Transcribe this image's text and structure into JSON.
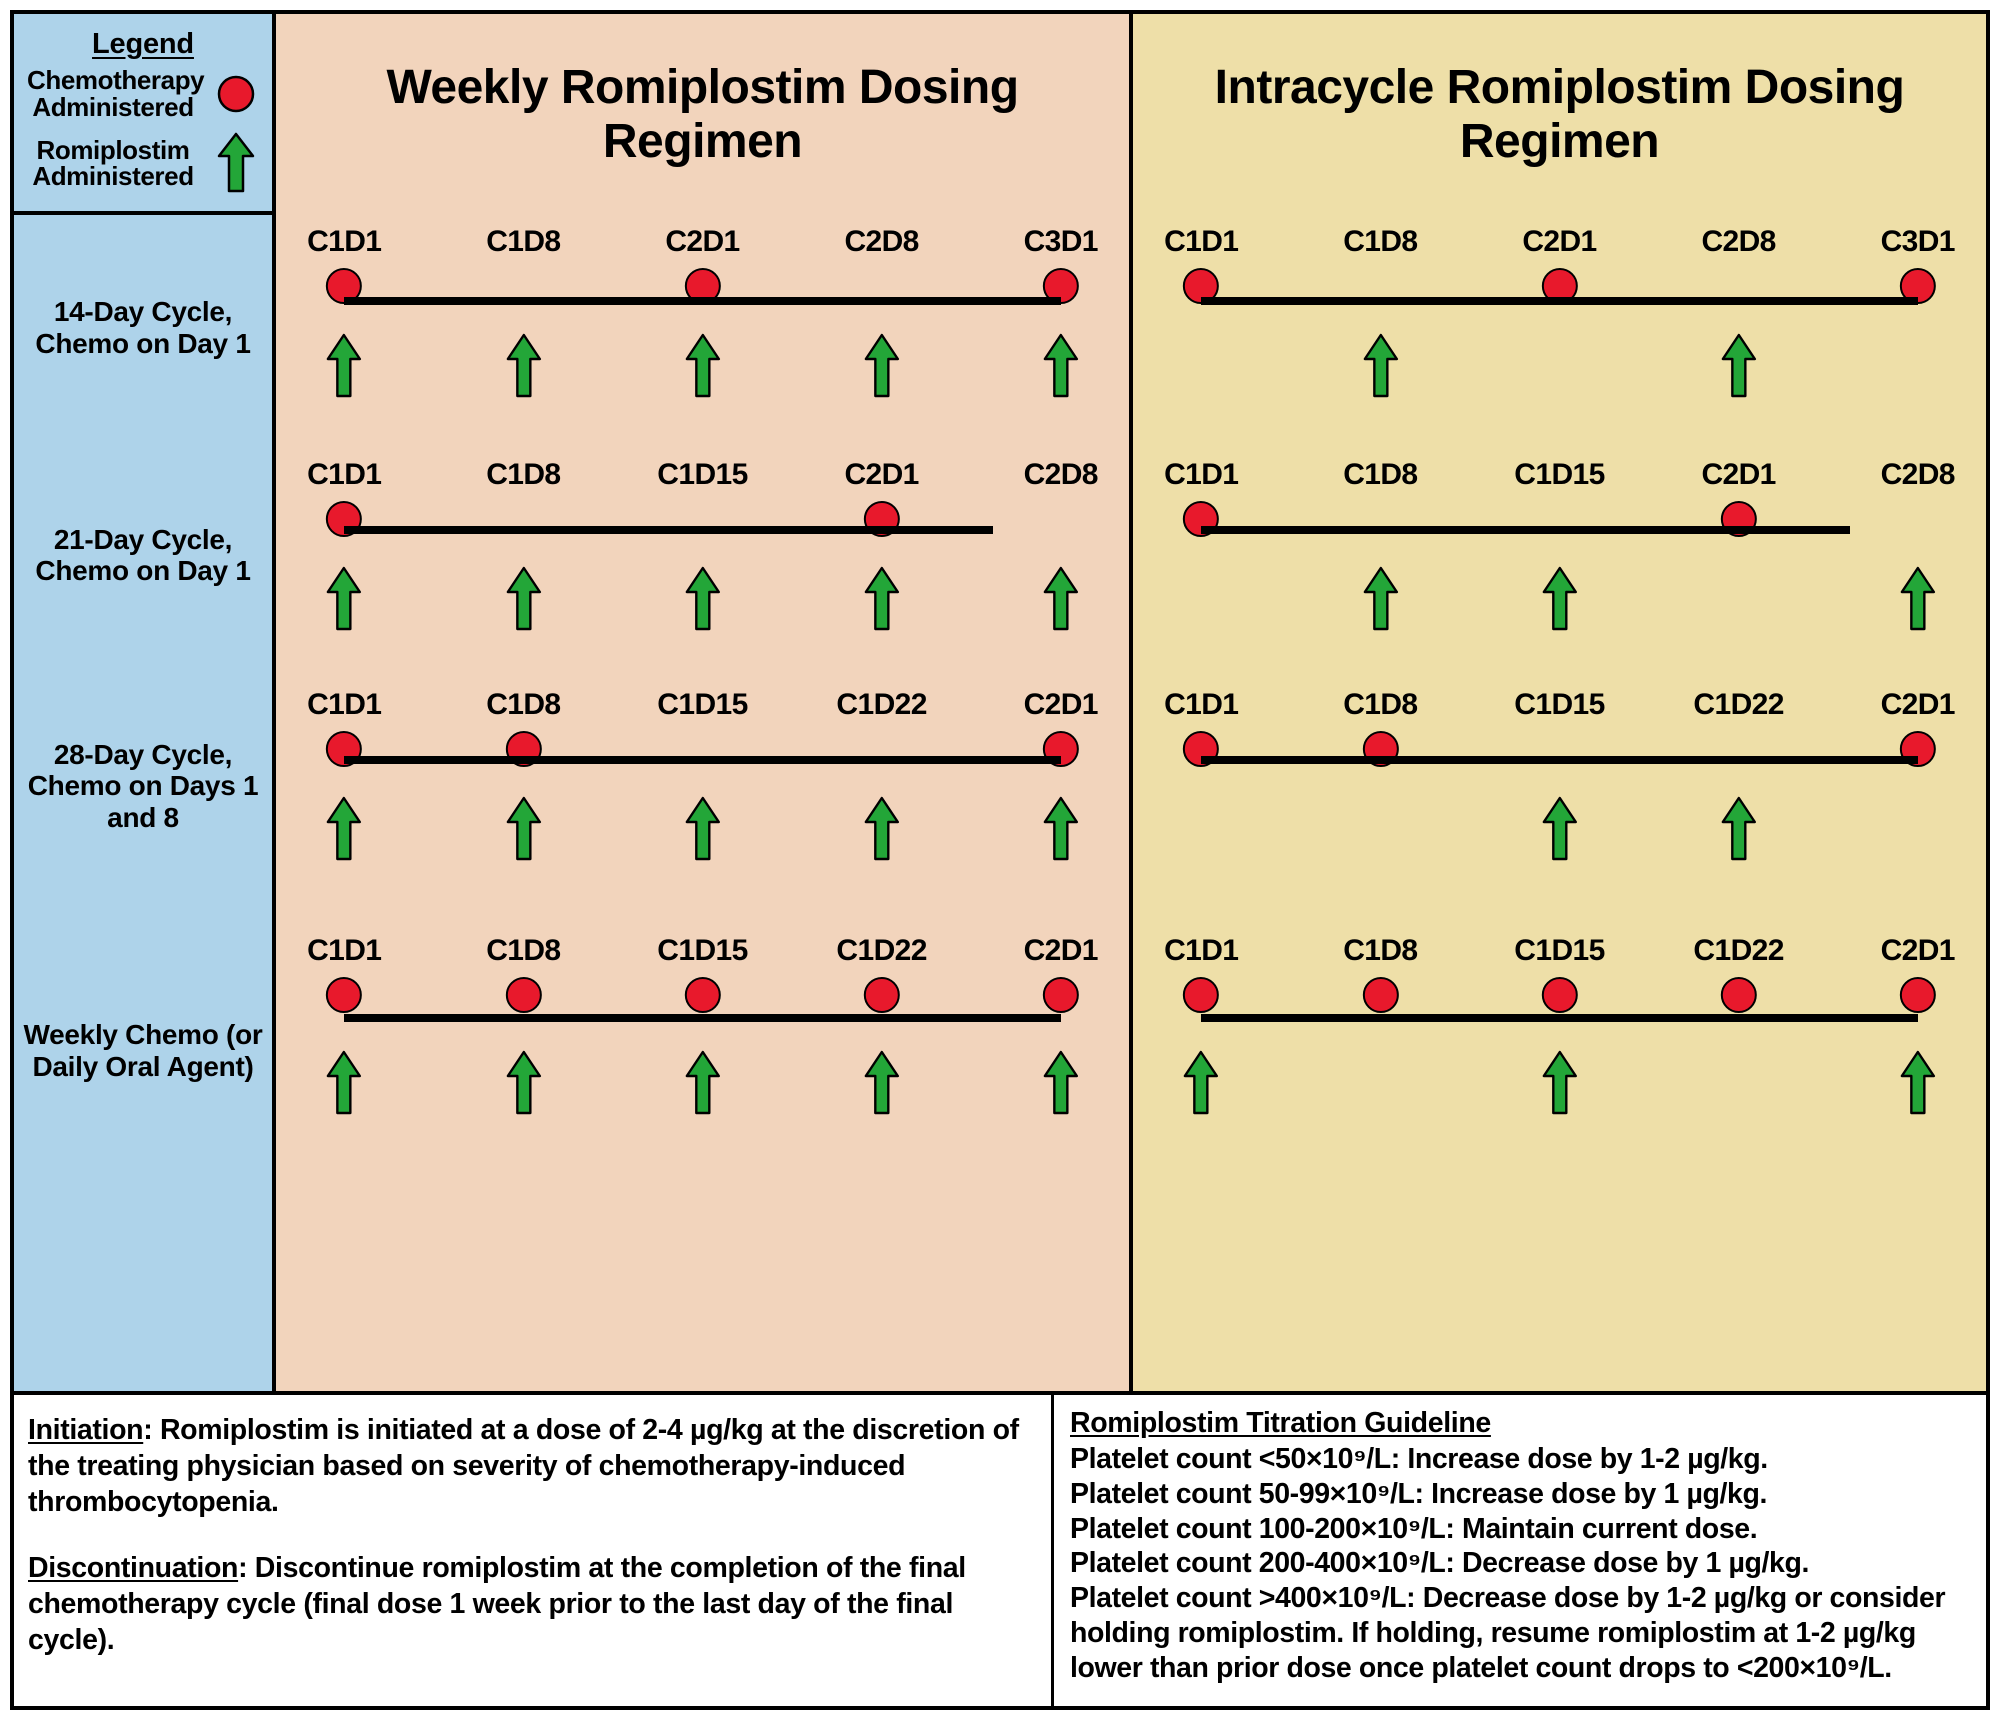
{
  "legend": {
    "title": "Legend",
    "items": [
      {
        "label": "Chemotherapy Administered",
        "icon": "red-circle-icon"
      },
      {
        "label": "Romiplostim Administered",
        "icon": "green-up-arrow-icon"
      }
    ]
  },
  "colors": {
    "sidebar_blue": "#aed3ea",
    "weekly_panel_peach": "#f2d4bc",
    "intracycle_panel_yellow": "#eedfa8",
    "chemo_dot_red": "#e8192c",
    "romiplostim_arrow_green": "#23a638",
    "line_black": "#000000"
  },
  "panels": [
    {
      "key": "weekly",
      "title": "Weekly Romiplostim Dosing Regimen"
    },
    {
      "key": "intracycle",
      "title": "Intracycle Romiplostim Dosing Regimen"
    }
  ],
  "rows": [
    {
      "label": "14-Day Cycle, Chemo on Day 1",
      "timepoints": [
        "C1D1",
        "C1D8",
        "C2D1",
        "C2D8",
        "C3D1"
      ],
      "weekly": {
        "chemo": [
          1,
          0,
          1,
          0,
          1
        ],
        "romiplostim": [
          1,
          1,
          1,
          1,
          1
        ]
      },
      "intracycle": {
        "chemo": [
          1,
          0,
          1,
          0,
          1
        ],
        "romiplostim": [
          0,
          1,
          0,
          1,
          0
        ]
      }
    },
    {
      "label": "21-Day Cycle, Chemo on Day 1",
      "timepoints": [
        "C1D1",
        "C1D8",
        "C1D15",
        "C2D1",
        "C2D8"
      ],
      "weekly": {
        "chemo": [
          1,
          0,
          0,
          1,
          0
        ],
        "romiplostim": [
          1,
          1,
          1,
          1,
          1
        ]
      },
      "intracycle": {
        "chemo": [
          1,
          0,
          0,
          1,
          0
        ],
        "romiplostim": [
          0,
          1,
          1,
          0,
          1
        ]
      }
    },
    {
      "label": "28-Day Cycle, Chemo on Days 1 and 8",
      "timepoints": [
        "C1D1",
        "C1D8",
        "C1D15",
        "C1D22",
        "C2D1"
      ],
      "weekly": {
        "chemo": [
          1,
          1,
          0,
          0,
          1
        ],
        "romiplostim": [
          1,
          1,
          1,
          1,
          1
        ]
      },
      "intracycle": {
        "chemo": [
          1,
          1,
          0,
          0,
          1
        ],
        "romiplostim": [
          0,
          0,
          1,
          1,
          0
        ]
      }
    },
    {
      "label": "Weekly Chemo (or Daily Oral Agent)",
      "timepoints": [
        "C1D1",
        "C1D8",
        "C1D15",
        "C1D22",
        "C2D1"
      ],
      "weekly": {
        "chemo": [
          1,
          1,
          1,
          1,
          1
        ],
        "romiplostim": [
          1,
          1,
          1,
          1,
          1
        ]
      },
      "intracycle": {
        "chemo": [
          1,
          1,
          1,
          1,
          1
        ],
        "romiplostim": [
          1,
          0,
          1,
          0,
          1
        ]
      }
    }
  ],
  "notes": {
    "left": [
      {
        "heading": "Initiation",
        "text": ": Romiplostim is initiated at a dose of 2-4 µg/kg at the discretion of the treating physician based on severity of chemotherapy-induced thrombocytopenia."
      },
      {
        "heading": "Discontinuation",
        "text": ": Discontinue romiplostim at the completion of the final chemotherapy cycle (final dose 1 week prior to the last day of the final cycle)."
      }
    ],
    "right": {
      "heading": "Romiplostim Titration Guideline",
      "lines": [
        "Platelet count <50×10⁹/L: Increase dose by 1-2 µg/kg.",
        "Platelet count 50-99×10⁹/L: Increase dose by 1 µg/kg.",
        "Platelet count 100-200×10⁹/L: Maintain current dose.",
        "Platelet count 200-400×10⁹/L: Decrease dose by 1 µg/kg.",
        "Platelet count >400×10⁹/L: Decrease dose by 1-2 µg/kg or consider holding romiplostim. If holding, resume romiplostim at 1-2 µg/kg lower than prior dose once platelet count drops to <200×10⁹/L."
      ]
    }
  }
}
